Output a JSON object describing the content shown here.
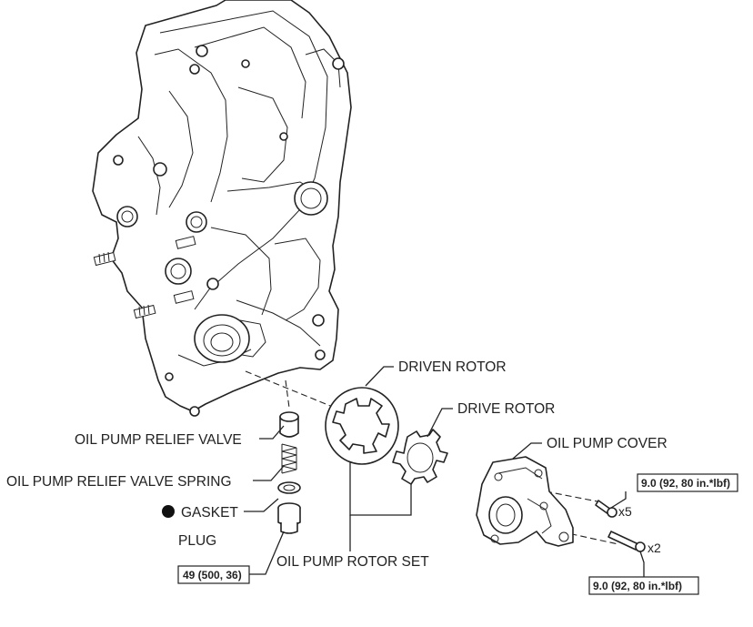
{
  "labels": {
    "driven_rotor": "DRIVEN ROTOR",
    "drive_rotor": "DRIVE ROTOR",
    "oil_pump_cover": "OIL PUMP COVER",
    "relief_valve": "OIL PUMP RELIEF VALVE",
    "relief_valve_spring": "OIL PUMP RELIEF VALVE SPRING",
    "gasket": "GASKET",
    "plug": "PLUG",
    "rotor_set": "OIL PUMP ROTOR SET"
  },
  "torque": {
    "plug": "49 (500, 36)",
    "cover_bolts_short": "9.0 (92, 80 in.*lbf)",
    "cover_bolts_long": "9.0 (92, 80 in.*lbf)"
  },
  "quantities": {
    "short_bolts": "x5",
    "long_bolts": "x2"
  },
  "icons": {
    "non_reusable": "filled-circle-icon"
  }
}
